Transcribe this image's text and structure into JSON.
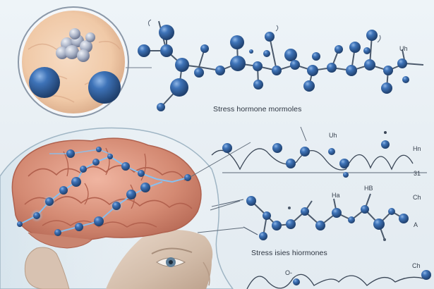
{
  "captions": {
    "top": "Stress hormone mormoles",
    "middle": "Stress isies hiormones"
  },
  "labels": {
    "uh_top": "Uh",
    "uh_mid": "Uh",
    "hn": "Hn",
    "n31": "31",
    "ha": "Ha",
    "hb": "HB",
    "ch_right": "Ch",
    "a_right": "A",
    "o_bottom": "O-",
    "ch_bottom": "Ch"
  },
  "colors": {
    "background": "#eaf1f5",
    "atom_blue": "#2f5f9e",
    "brain_pink": "#d9937f",
    "skin": "#e9cdb8"
  },
  "icons": {
    "molecule": "molecule-icon",
    "brain": "brain-icon",
    "head": "head-icon",
    "inset": "magnified-cell-inset-icon"
  }
}
